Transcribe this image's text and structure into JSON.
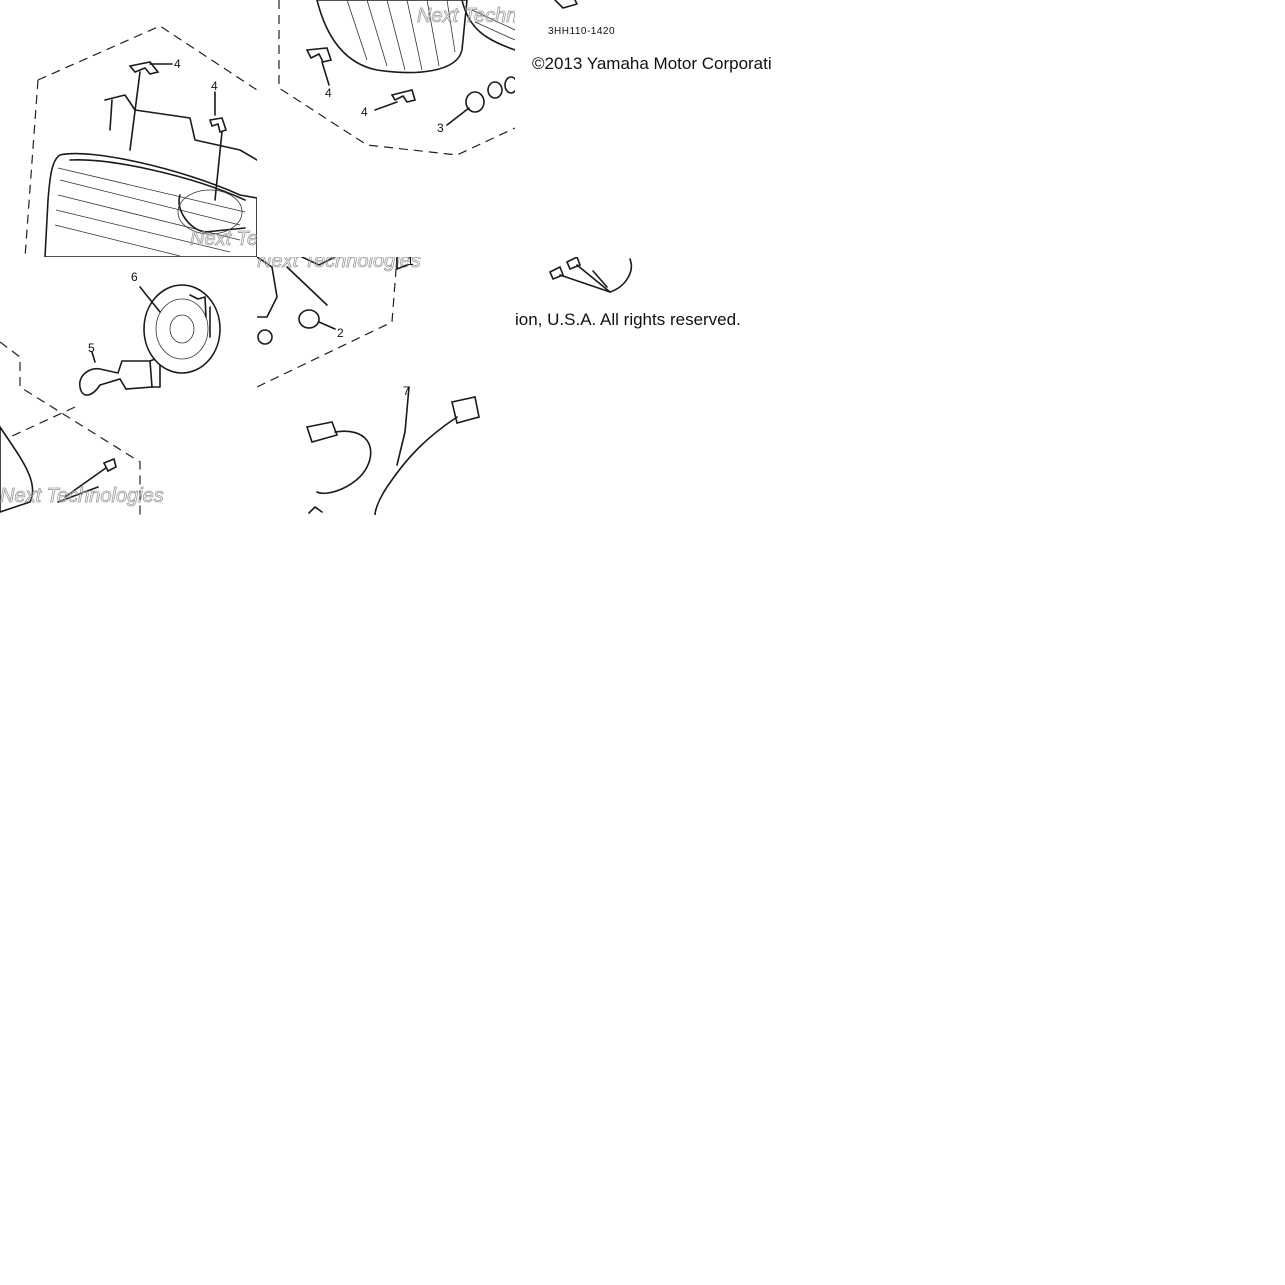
{
  "callouts": {
    "c1": "1",
    "c2": "2",
    "c3": "3",
    "c4": "4",
    "c5": "5",
    "c6": "6",
    "c7": "7"
  },
  "part_number": "3HH110-1420",
  "copyright_part1": "©2013 Yamaha Motor Corporati",
  "copyright_part2": "ion, U.S.A. All rights reserved.",
  "watermark": "Next Technologies",
  "icons": {
    "headlight": "headlight-lens-icon",
    "bulb": "halogen-bulb-icon",
    "socket": "bulb-socket-cover-icon",
    "harness": "wire-harness-icon",
    "clip": "spring-clip-icon",
    "bolt": "adjusting-bolt-icon"
  }
}
